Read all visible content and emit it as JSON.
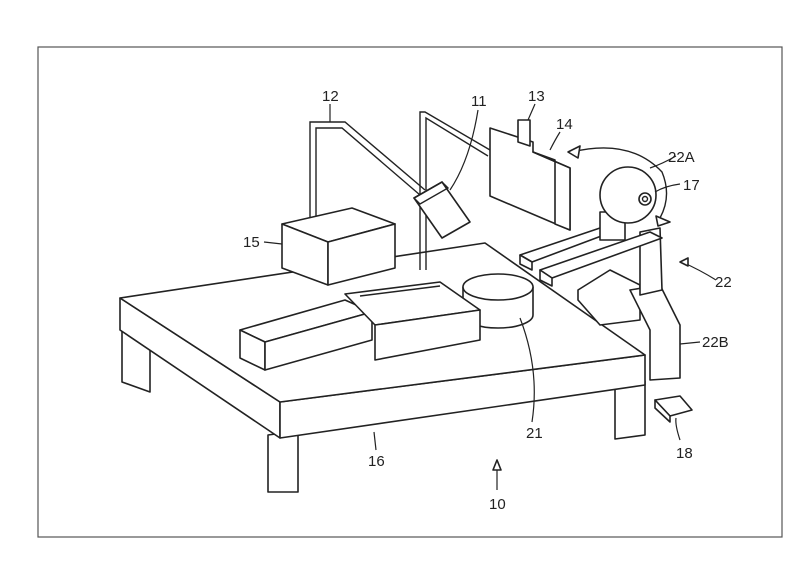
{
  "figure": {
    "labels": {
      "l10": "10",
      "l11": "11",
      "l12": "12",
      "l13": "13",
      "l14": "14",
      "l15": "15",
      "l16": "16",
      "l17": "17",
      "l18": "18",
      "l21": "21",
      "l22": "22",
      "l22A": "22A",
      "l22B": "22B"
    }
  }
}
